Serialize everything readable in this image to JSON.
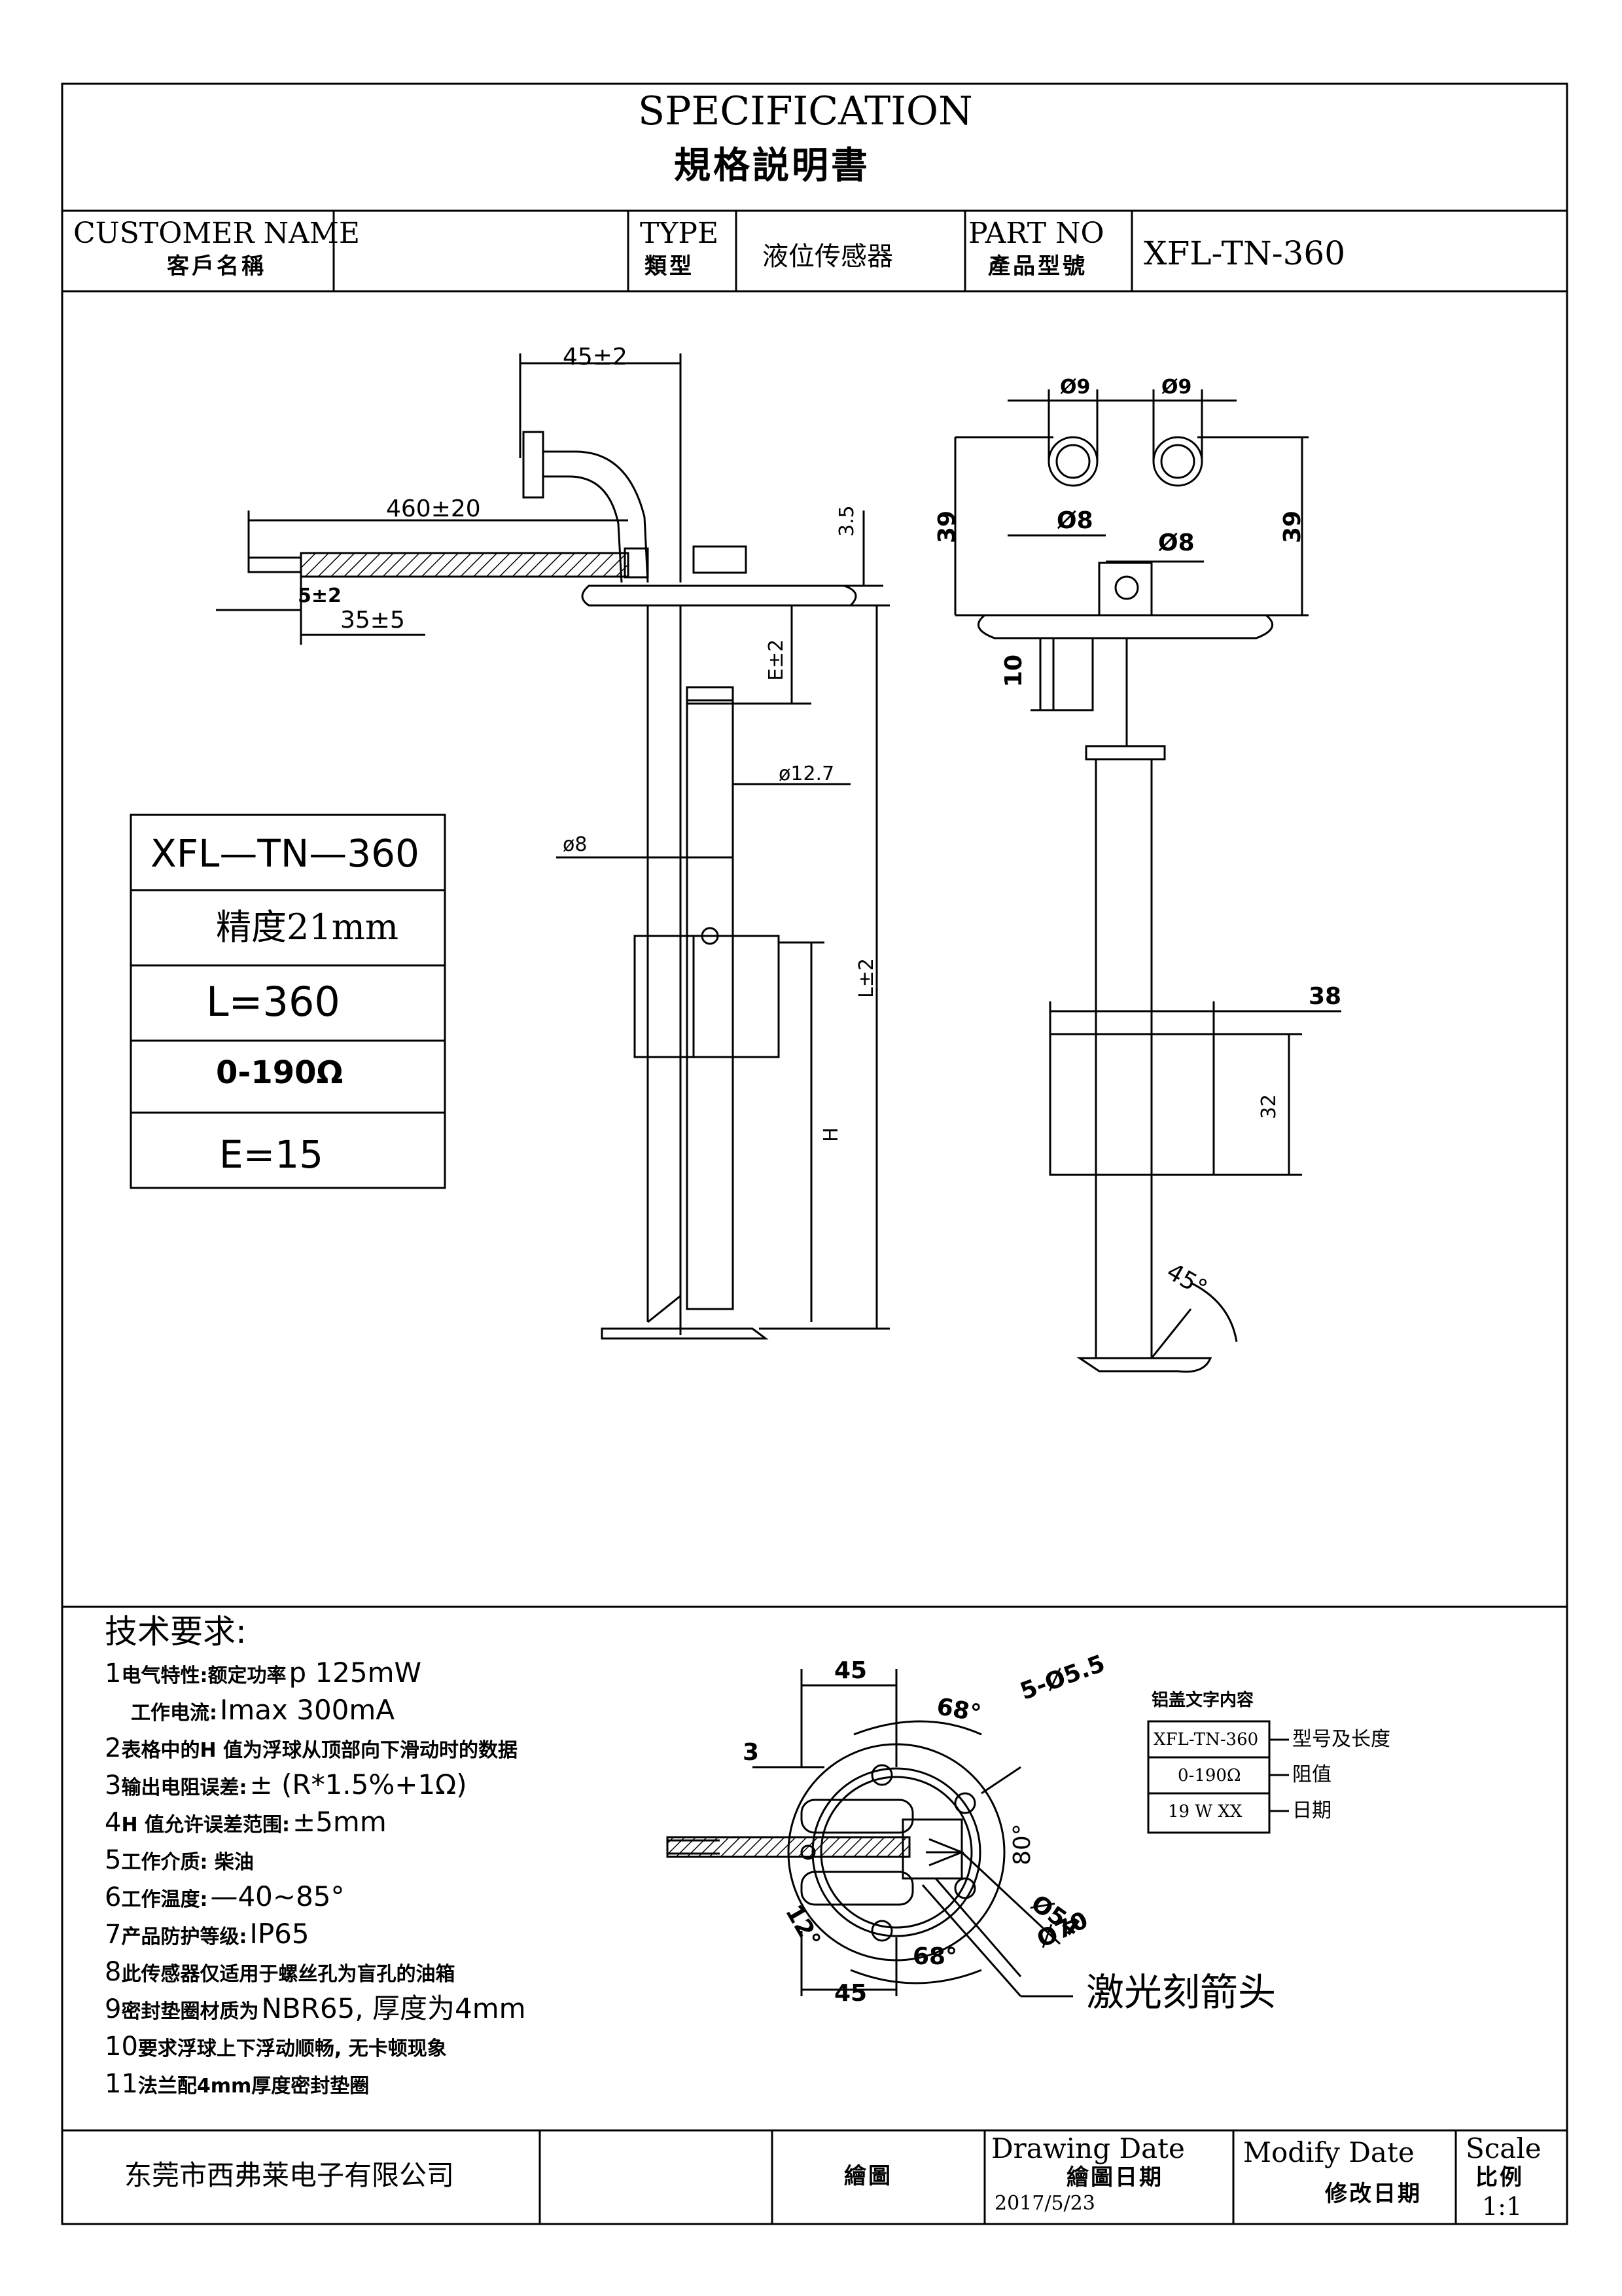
{
  "header": {
    "title_en": "SPECIFICATION",
    "title_cn": "規格説明書",
    "customer_label_en": "CUSTOMER NAME",
    "customer_label_cn": "客戶名稱",
    "customer_value": "",
    "type_label_en": "TYPE",
    "type_label_cn": "類型",
    "type_value": "液位传感器",
    "part_label_en": "PART NO",
    "part_label_cn": "產品型號",
    "part_value": "XFL-TN-360"
  },
  "drawing": {
    "side_view": {
      "dim_45": "45±2",
      "dim_460": "460±20",
      "dim_5": "5±2",
      "dim_35": "35±5",
      "dim_35_top": "3.5",
      "dim_e": "E±2",
      "dim_127": "ø12.7",
      "dim_8": "ø8",
      "dim_l": "L±2",
      "dim_h": "H"
    },
    "front_view": {
      "dim_9a": "Ø9",
      "dim_9b": "Ø9",
      "dim_8a": "Ø8",
      "dim_8b": "Ø8",
      "dim_39a": "39",
      "dim_39b": "39",
      "dim_10": "10",
      "dim_38": "38",
      "dim_32": "32",
      "dim_45deg": "45°"
    },
    "spec_table": [
      "XFL—TN—360",
      "精度21mm",
      "L=360",
      "0-190Ω",
      "E=15"
    ]
  },
  "requirements": {
    "heading": "技术要求:",
    "items": [
      {
        "num": "1",
        "bold": "电气特性:额定功率",
        "text": "p    125mW"
      },
      {
        "num": "",
        "bold": "工作电流:",
        "text": "Imax    300mA"
      },
      {
        "num": "2",
        "bold": "表格中的H 值为浮球从顶部向下滑动时的数据",
        "text": ""
      },
      {
        "num": "3",
        "bold": "输出电阻误差:",
        "text": "± (R*1.5%+1Ω)"
      },
      {
        "num": "4",
        "bold": "H 值允许误差范围:",
        "text": "±5mm"
      },
      {
        "num": "5",
        "bold": "工作介质: 柴油",
        "text": ""
      },
      {
        "num": "6",
        "bold": "工作温度:",
        "text": "—40~85°"
      },
      {
        "num": "7",
        "bold": "产品防护等级:",
        "text": "IP65"
      },
      {
        "num": "8",
        "bold": "此传感器仅适用于螺丝孔为盲孔的油箱",
        "text": ""
      },
      {
        "num": "9",
        "bold": "密封垫圈材质为",
        "text": "NBR65, 厚度为4mm"
      },
      {
        "num": "10",
        "bold": "要求浮球上下浮动顺畅, 无卡顿现象",
        "text": ""
      },
      {
        "num": "11",
        "bold": "法兰配4mm厚度密封垫圈",
        "text": ""
      }
    ]
  },
  "flange": {
    "dim_45_top": "45",
    "dim_68_top": "68°",
    "dim_55": "5-Ø5.5",
    "dim_3": "3",
    "dim_80": "80°",
    "dim_54": "Ø54",
    "dim_70": "Ø70",
    "dim_12": "12°",
    "dim_68_bot": "68°",
    "dim_45_bot": "45",
    "laser_label": "激光刻箭头",
    "plate_title": "铝盖文字内容",
    "plate_lines": [
      "XFL-TN-360",
      "0-190Ω",
      "19 W XX"
    ],
    "plate_labels": [
      "型号及长度",
      "阻值",
      "日期"
    ]
  },
  "footer": {
    "company": "东莞市西弗莱电子有限公司",
    "draw_label": "繪圖",
    "drawing_date_en": "Drawing Date",
    "drawing_date_cn": "繪圖日期",
    "drawing_date_value": "2017/5/23",
    "modify_date_en": "Modify Date",
    "modify_date_cn": "修改日期",
    "scale_en": "Scale",
    "scale_cn": "比例",
    "scale_value": "1:1"
  }
}
